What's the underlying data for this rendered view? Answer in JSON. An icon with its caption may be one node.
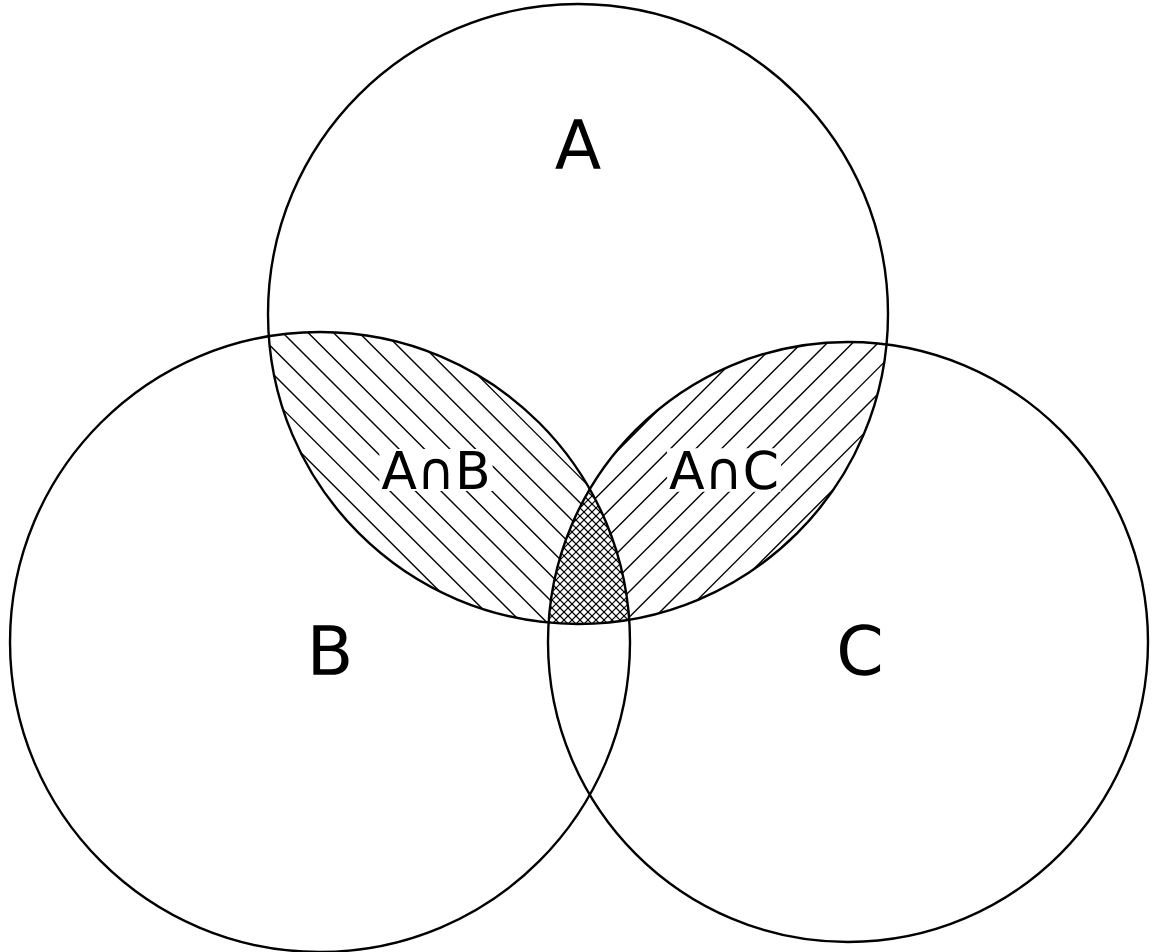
{
  "diagram": {
    "nodes": [
      {
        "text": [
          "A"
        ]
      },
      {
        "text": [
          "B"
        ]
      },
      {
        "text": [
          "C"
        ]
      }
    ],
    "labels": [
      "A∩B",
      "A∩C"
    ]
  }
}
